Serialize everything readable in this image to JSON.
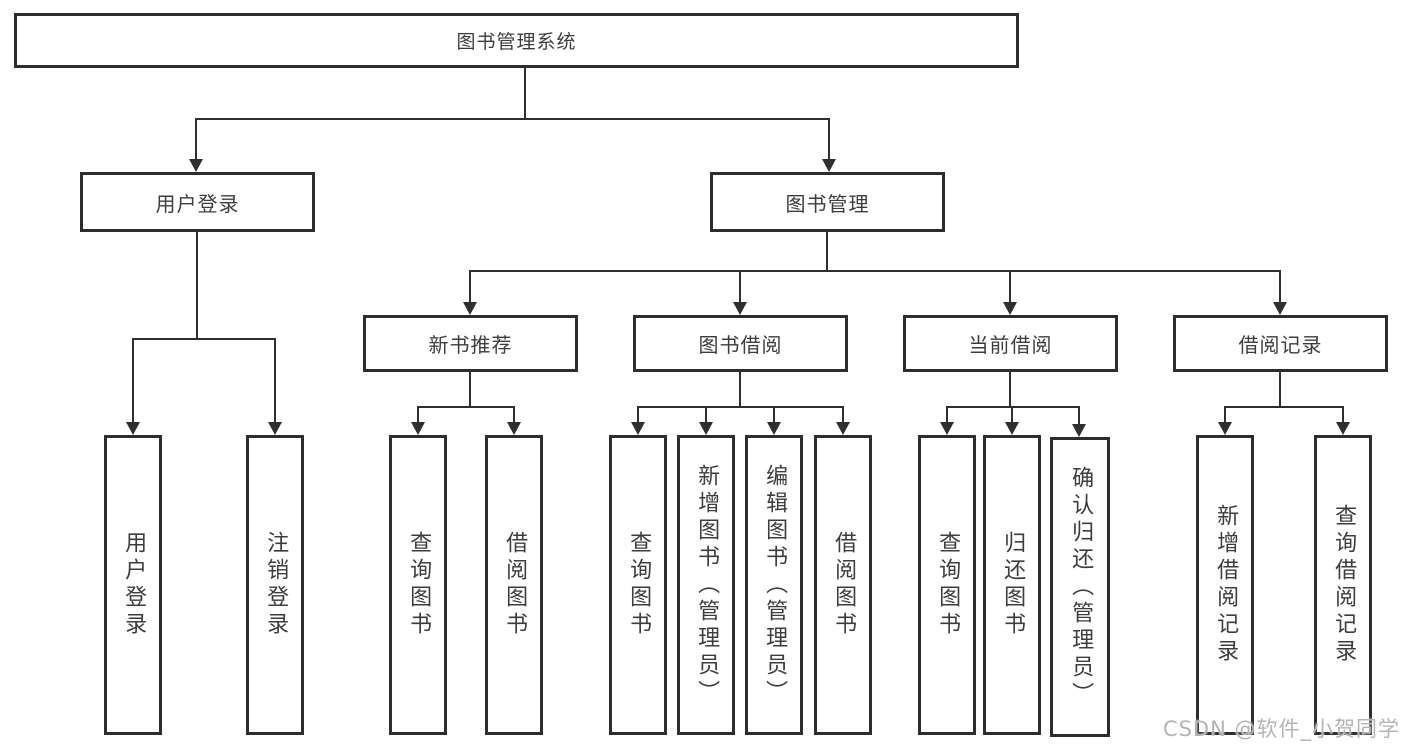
{
  "diagram": {
    "type": "hierarchy",
    "colors": {
      "line": "#2f2f2f",
      "border": "#2d2d2d",
      "text": "#3d3d3d",
      "background": "#ffffff",
      "watermark": "#b4b4b4"
    },
    "tree": {
      "label": "图书管理系统",
      "children": [
        {
          "label": "用户登录",
          "children": [
            {
              "label": "用户登录"
            },
            {
              "label": "注销登录"
            }
          ]
        },
        {
          "label": "图书管理",
          "children": [
            {
              "label": "新书推荐",
              "children": [
                {
                  "label": "查询图书"
                },
                {
                  "label": "借阅图书"
                }
              ]
            },
            {
              "label": "图书借阅",
              "children": [
                {
                  "label": "查询图书"
                },
                {
                  "label": "新增图书（管理员）"
                },
                {
                  "label": "编辑图书（管理员）"
                },
                {
                  "label": "借阅图书"
                }
              ]
            },
            {
              "label": "当前借阅",
              "children": [
                {
                  "label": "查询图书"
                },
                {
                  "label": "归还图书"
                },
                {
                  "label": "确认归还（管理员）"
                }
              ]
            },
            {
              "label": "借阅记录",
              "children": [
                {
                  "label": "新增借阅记录"
                },
                {
                  "label": "查询借阅记录"
                }
              ]
            }
          ]
        }
      ]
    },
    "watermark": {
      "text": "CSDN @软件_小贺同学"
    }
  }
}
